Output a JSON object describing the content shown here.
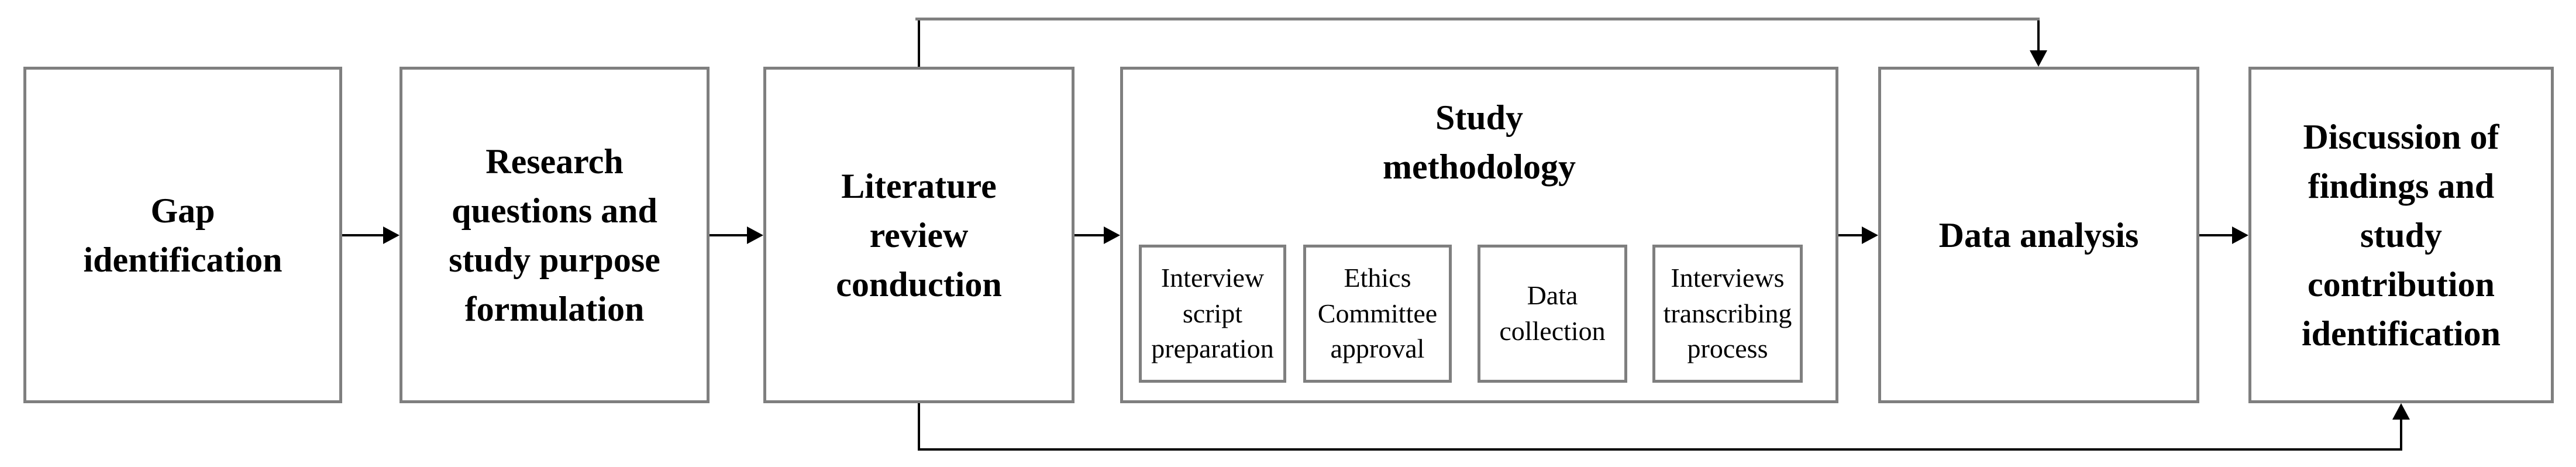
{
  "colors": {
    "box_border": "#7f7f7f",
    "connector": "#000000",
    "background": "#ffffff",
    "text": "#000000"
  },
  "boxes": {
    "gap": {
      "label": "Gap\nidentification"
    },
    "research": {
      "label": "Research\nquestions and\nstudy purpose\nformulation"
    },
    "literature": {
      "label": "Literature\nreview\nconduction"
    },
    "methodology": {
      "title": "Study\nmethodology",
      "sub_boxes": [
        {
          "label": "Interview\nscript\npreparation"
        },
        {
          "label": "Ethics\nCommittee\napproval"
        },
        {
          "label": "Data\ncollection"
        },
        {
          "label": "Interviews\ntranscribing\nprocess"
        }
      ]
    },
    "data_analysis": {
      "label": "Data analysis"
    },
    "discussion": {
      "label": "Discussion of\nfindings and\nstudy\ncontribution\nidentification"
    }
  }
}
